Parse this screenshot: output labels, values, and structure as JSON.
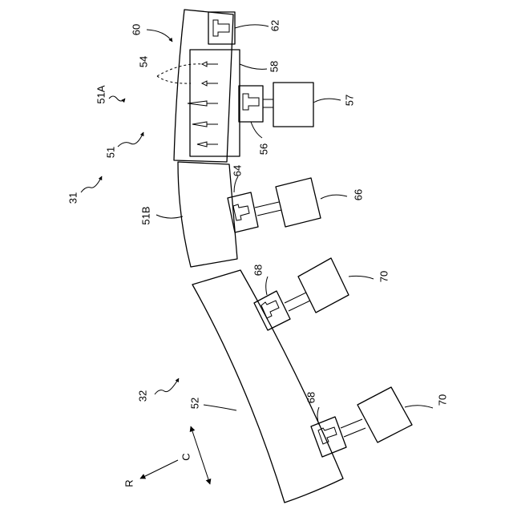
{
  "labels": {
    "l60": "60",
    "l62": "62",
    "l54": "54",
    "l58": "58",
    "l51A": "51A",
    "l57": "57",
    "l51": "51",
    "l56": "56",
    "l31": "31",
    "l64": "64",
    "l66": "66",
    "l51B": "51B",
    "l68a": "68",
    "l70a": "70",
    "l32": "32",
    "l52": "52",
    "l68b": "68",
    "l70b": "70",
    "lC": "C",
    "lR": "R"
  }
}
